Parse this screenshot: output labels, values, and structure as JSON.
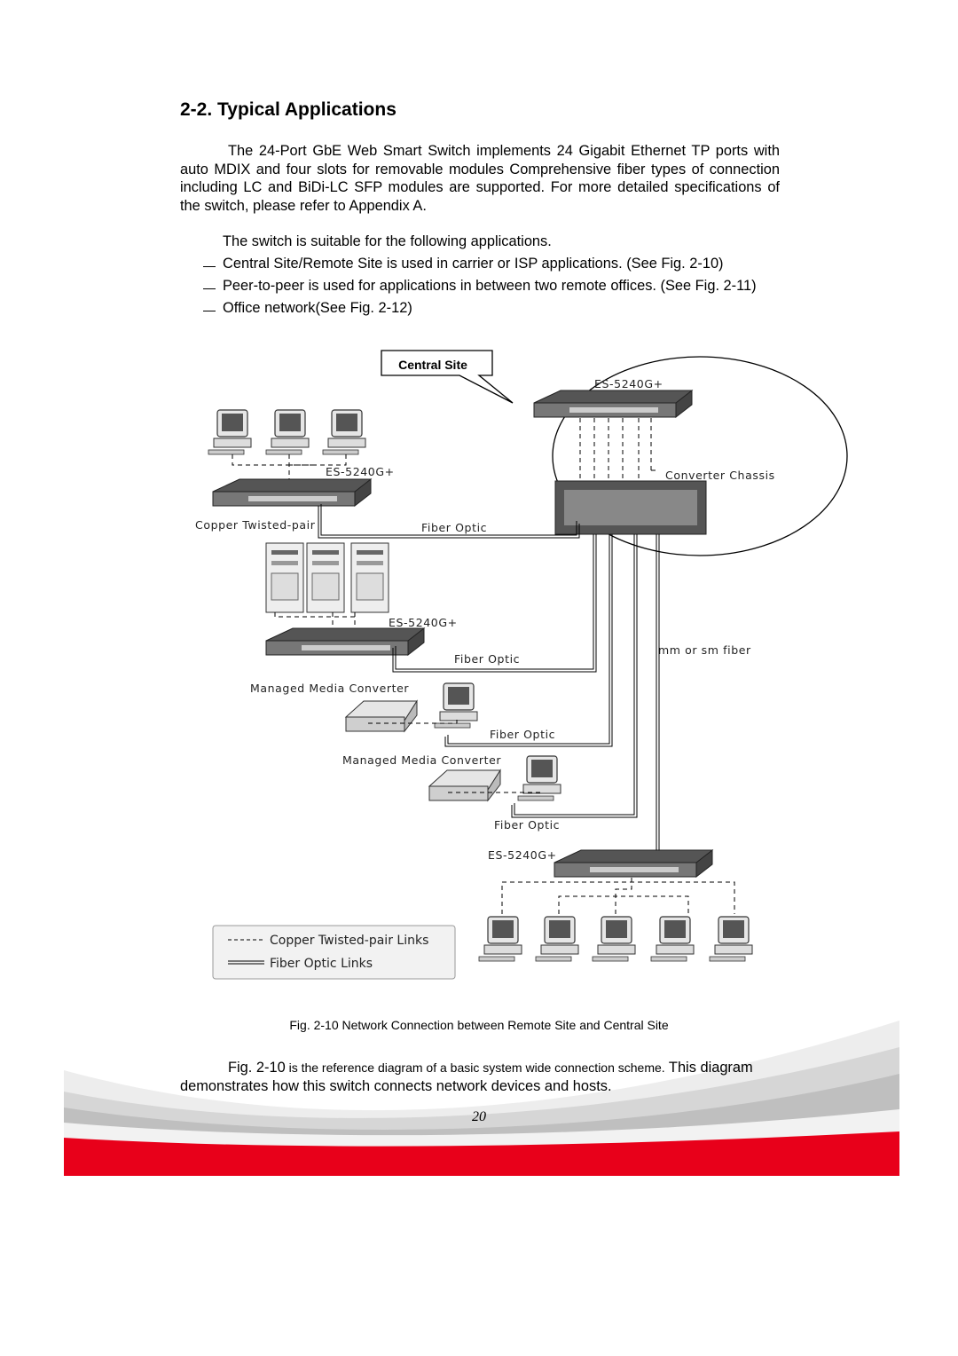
{
  "section": {
    "title": "2-2. Typical Applications"
  },
  "intro": {
    "paragraph": "The 24-Port GbE Web Smart Switch implements 24 Gigabit Ethernet TP ports with auto MDIX and four slots for removable modules Comprehensive fiber types of connection including LC and BiDi-LC SFP modules are supported. For more detailed specifications of the switch, please refer to Appendix A.",
    "list_intro": "The switch is suitable for the following applications."
  },
  "applications": [
    "Central Site/Remote Site is used in carrier or ISP applications. (See Fig. 2-10)",
    "Peer-to-peer is used for applications in between two remote offices. (See Fig. 2-11)",
    "Office network(See Fig. 2-12)"
  ],
  "diagram": {
    "callout": "Central Site",
    "switch_top": "ES-5240G+",
    "switch_left": "ES-5240G+",
    "switch_servers": "ES-5240G+",
    "switch_bottom": "ES-5240G+",
    "converter_chassis": "Converter Chassis",
    "copper_twisted_pair": "Copper Twisted-pair",
    "fiber_optic_1": "Fiber Optic",
    "fiber_optic_2": "Fiber Optic",
    "fiber_optic_3": "Fiber Optic",
    "fiber_optic_4": "Fiber Optic",
    "mm_sm_fiber": "mm or sm fiber",
    "managed_media_converter_1": "Managed Media Converter",
    "managed_media_converter_2": "Managed Media Converter",
    "legend": {
      "copper": "Copper Twisted-pair Links",
      "fiber": "Fiber Optic Links"
    }
  },
  "caption": "Fig. 2-10 Network Connection between Remote Site and Central Site",
  "closing": {
    "fig_ref": "Fig. 2-10",
    "middle": " is the reference diagram of a basic system wide connection scheme.",
    "rest": " This diagram demonstrates how this switch connects network devices and hosts."
  },
  "page_number": "20",
  "colors": {
    "footer_red": "#e8001a",
    "footer_gray": "#d9d9d9"
  }
}
